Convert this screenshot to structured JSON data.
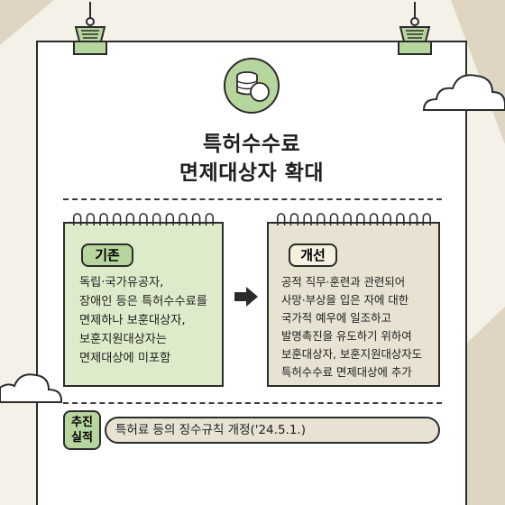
{
  "title": {
    "line1": "특허수수료",
    "line2": "면제대상자 확대"
  },
  "existing": {
    "tag": "기존",
    "lines": [
      "독립·국가유공자,",
      "장애인 등은 특허수수료를",
      "면제하나 보훈대상자,",
      "보훈지원대상자는",
      "면제대상에 미포함"
    ]
  },
  "improvement": {
    "tag": "개선",
    "lines": [
      "공적 직무·훈련과 관련되어",
      "사망·부상을 입은 자에 대한",
      "국가적 예우에 일조하고",
      "발명촉진을 유도하기 위하여",
      "보훈대상자, 보훈지원대상자도",
      "특허수수료 면제대상에 추가"
    ]
  },
  "result": {
    "label_line1": "추진",
    "label_line2": "실적",
    "text": "특허료 등의 징수규칙 개정('24.5.1.)"
  },
  "colors": {
    "green": "#b7d69e",
    "beige": "#e8e2d2",
    "band": "#ded6c2"
  },
  "icons": {
    "badge": "coins-icon",
    "arrow": "right-arrow-icon"
  }
}
